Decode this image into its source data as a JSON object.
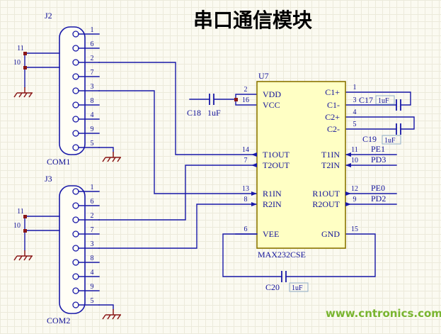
{
  "title": "串口通信模块",
  "watermark": "www.cntronics.com",
  "colors": {
    "wire": "#1818a8",
    "text": "#12129a",
    "ground": "#8a1616",
    "chip_fill": "#ffffc4",
    "chip_border": "#8a7500",
    "title": "#000000",
    "watermark": "#79b530"
  },
  "connectors": {
    "j2": {
      "ref": "J2",
      "com": "COM1",
      "pins": [
        "1",
        "6",
        "2",
        "7",
        "3",
        "8",
        "4",
        "9",
        "5"
      ],
      "shell": [
        "11",
        "10"
      ]
    },
    "j3": {
      "ref": "J3",
      "com": "COM2",
      "pins": [
        "1",
        "6",
        "2",
        "7",
        "3",
        "8",
        "4",
        "9",
        "5"
      ],
      "shell": [
        "11",
        "10"
      ]
    }
  },
  "chip": {
    "ref": "U7",
    "part": "MAX232CSE",
    "left_pins": [
      {
        "num": "2",
        "name": "VDD"
      },
      {
        "num": "16",
        "name": "VCC"
      },
      {
        "num": "14",
        "name": "T1OUT"
      },
      {
        "num": "7",
        "name": "T2OUT"
      },
      {
        "num": "13",
        "name": "R1IN"
      },
      {
        "num": "8",
        "name": "R2IN"
      },
      {
        "num": "6",
        "name": "VEE"
      }
    ],
    "right_pins": [
      {
        "num": "1",
        "name": "C1+"
      },
      {
        "num": "3",
        "name": "C1-"
      },
      {
        "num": "4",
        "name": "C2+"
      },
      {
        "num": "5",
        "name": "C2-"
      },
      {
        "num": "11",
        "name": "T1IN",
        "net": "PE1"
      },
      {
        "num": "10",
        "name": "T2IN",
        "net": "PD3"
      },
      {
        "num": "12",
        "name": "R1OUT",
        "net": "PE0"
      },
      {
        "num": "9",
        "name": "R2OUT",
        "net": "PD2"
      },
      {
        "num": "15",
        "name": "GND"
      }
    ]
  },
  "capacitors": {
    "c17": {
      "ref": "C17",
      "value": "1uF"
    },
    "c18": {
      "ref": "C18",
      "value": "1uF"
    },
    "c19": {
      "ref": "C19",
      "value": "1uF"
    },
    "c20": {
      "ref": "C20",
      "value": "1uF"
    }
  }
}
